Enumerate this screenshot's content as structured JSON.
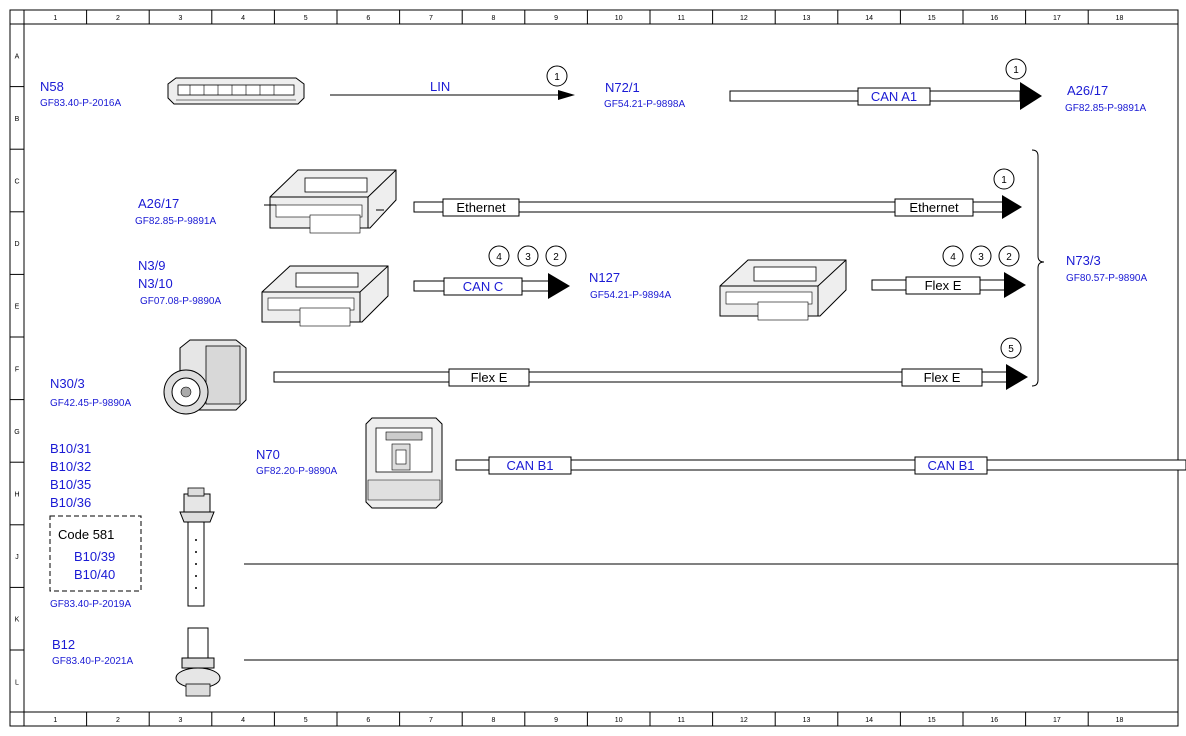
{
  "grid": {
    "columns": [
      "1",
      "2",
      "3",
      "4",
      "5",
      "6",
      "7",
      "8",
      "9",
      "10",
      "11",
      "12",
      "13",
      "14",
      "15",
      "16",
      "17",
      "18"
    ],
    "rows": [
      "A",
      "B",
      "C",
      "D",
      "E",
      "F",
      "G",
      "H",
      "J",
      "K",
      "L"
    ]
  },
  "components": {
    "n58": {
      "name": "N58",
      "ref": "GF83.40-P-2016A"
    },
    "n72_1": {
      "name": "N72/1",
      "ref": "GF54.21-P-9898A"
    },
    "a26_17_right": {
      "name": "A26/17",
      "ref": "GF82.85-P-9891A"
    },
    "a26_17_left": {
      "name": "A26/17",
      "ref": "GF82.85-P-9891A"
    },
    "n3_9": {
      "name": "N3/9",
      "name2": "N3/10",
      "ref": "GF07.08-P-9890A"
    },
    "n127": {
      "name": "N127",
      "ref": "GF54.21-P-9894A"
    },
    "n73_3": {
      "name": "N73/3",
      "ref": "GF80.57-P-9890A"
    },
    "n30_3": {
      "name": "N30/3",
      "ref": "GF42.45-P-9890A"
    },
    "n70": {
      "name": "N70",
      "ref": "GF82.20-P-9890A"
    },
    "b10": {
      "names": [
        "B10/31",
        "B10/32",
        "B10/35",
        "B10/36"
      ],
      "code": "Code 581",
      "code_names": [
        "B10/39",
        "B10/40"
      ],
      "ref": "GF83.40-P-2019A"
    },
    "b12": {
      "name": "B12",
      "ref": "GF83.40-P-2021A"
    }
  },
  "buses": {
    "lin": "LIN",
    "can_a1": "CAN A1",
    "ethernet_left": "Ethernet",
    "ethernet_right": "Ethernet",
    "can_c": "CAN C",
    "flex_e_top": "Flex E",
    "flex_e_left": "Flex E",
    "flex_e_right": "Flex E",
    "can_b1_left": "CAN B1",
    "can_b1_right": "CAN B1"
  },
  "markers": {
    "lin_1": "1",
    "can_a1_1": "1",
    "eth_1": "1",
    "canc_4": "4",
    "canc_3": "3",
    "canc_2": "2",
    "flex_4": "4",
    "flex_3": "3",
    "flex_2": "2",
    "flex_bottom_5": "5"
  }
}
